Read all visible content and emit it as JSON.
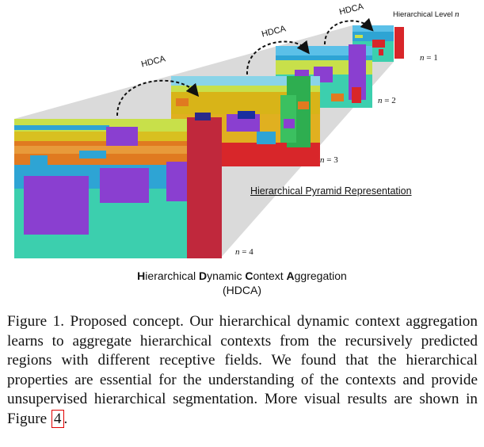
{
  "figure": {
    "level_title_prefix": "Hierarchical Level ",
    "level_title_var": "n",
    "levels": [
      {
        "var": "n",
        "eq": " = 1"
      },
      {
        "var": "n",
        "eq": " = 2"
      },
      {
        "var": "n",
        "eq": " = 3"
      },
      {
        "var": "n",
        "eq": " = 4"
      }
    ],
    "hdca_labels": [
      "HDCA",
      "HDCA",
      "HDCA"
    ],
    "pyramid_label": "Hierarchical Pyramid Representation",
    "concept_title_parts": [
      {
        "initial": "H",
        "rest": "ierarchical "
      },
      {
        "initial": "D",
        "rest": "ynamic "
      },
      {
        "initial": "C",
        "rest": "ontext "
      },
      {
        "initial": "A",
        "rest": "ggregation"
      }
    ],
    "concept_abbr": "(HDCA)"
  },
  "caption": {
    "text": "Figure 1. Proposed concept. Our hierarchical dynamic context aggregation learns to aggregate hierarchical contexts from the recursively predicted regions with different receptive fields. We found that the hierarchical properties are essential for the understanding of the contexts and provide unsupervised hierarchical segmentation. More visual results are shown in Figure ",
    "figure_ref": "4",
    "end": "."
  },
  "colors": {
    "trapezoid": "#d6d6d6",
    "sky_blue": "#2ea4d4",
    "lime": "#c8e04a",
    "orange": "#e07a20",
    "teal": "#3ccfae",
    "purple": "#8a3fd0",
    "crimson": "#c0283c",
    "red": "#d8262a",
    "yellow": "#d8c020",
    "ref_box": "#e00000"
  }
}
